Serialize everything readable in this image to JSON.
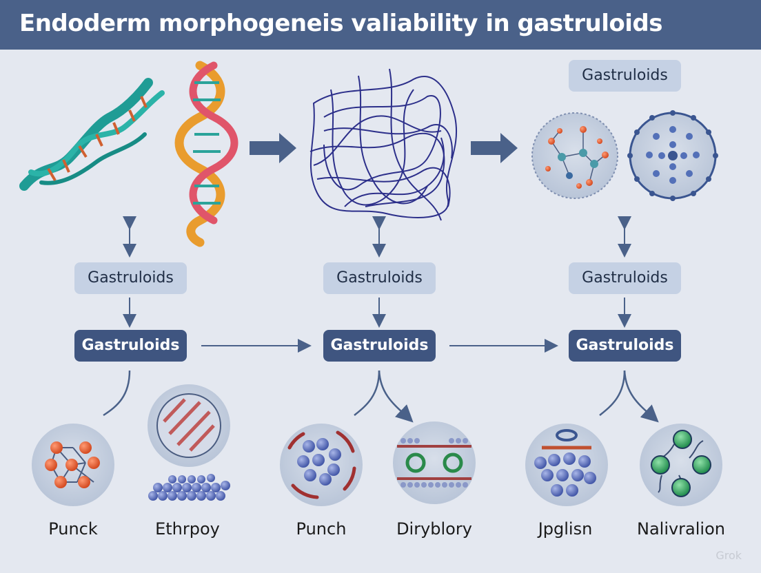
{
  "title": "Endoderm morphogeneis valiability in gastruloids",
  "boxes": {
    "top_right": "Gastruloids",
    "light_left": "Gastruloids",
    "light_mid": "Gastruloids",
    "light_right": "Gastruloids",
    "dark_left": "Gastruloids",
    "dark_mid": "Gastruloids",
    "dark_right": "Gastruloids"
  },
  "labels": [
    "Punck",
    "Ethrpoy",
    "Punch",
    "Diryblory",
    "Jpglisn",
    "Nalivralion"
  ],
  "watermark": "Grok",
  "colors": {
    "header": "#4a6189",
    "background": "#e4e8f0",
    "light_box": "#c5d1e4",
    "dark_box": "#3f5580",
    "arrow": "#4a6189"
  }
}
